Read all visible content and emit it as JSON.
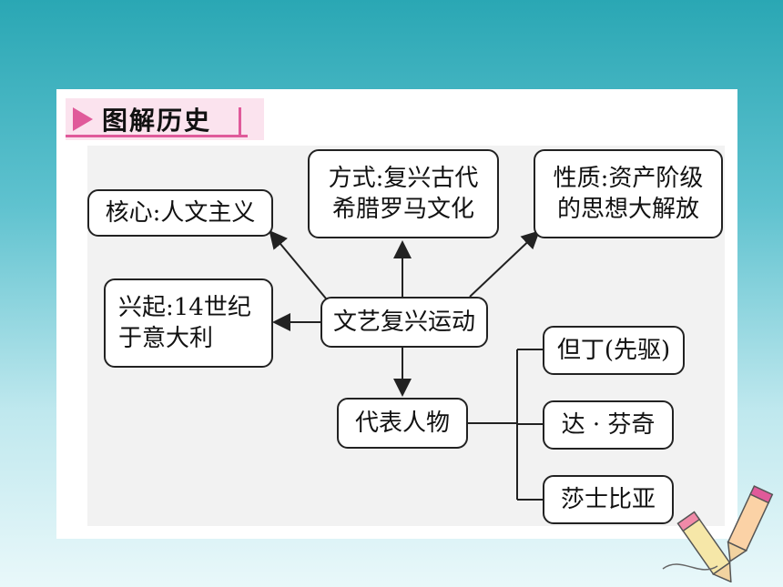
{
  "header": {
    "title": "图解历史"
  },
  "center": {
    "label": "文艺复兴运动"
  },
  "branches": {
    "core": "核心:人文主义",
    "method_line1": "方式:复兴古代",
    "method_line2": "希腊罗马文化",
    "nature_line1": "性质:资产阶级",
    "nature_line2": "的思想大解放",
    "origin_line1": "兴起:14世纪",
    "origin_line2": "于意大利",
    "figures": "代表人物"
  },
  "figures": [
    "但丁(先驱)",
    "达 · 芬奇",
    "莎士比亚"
  ],
  "colors": {
    "accent": "#e05a9a",
    "background_top": "#2aa7b4"
  }
}
